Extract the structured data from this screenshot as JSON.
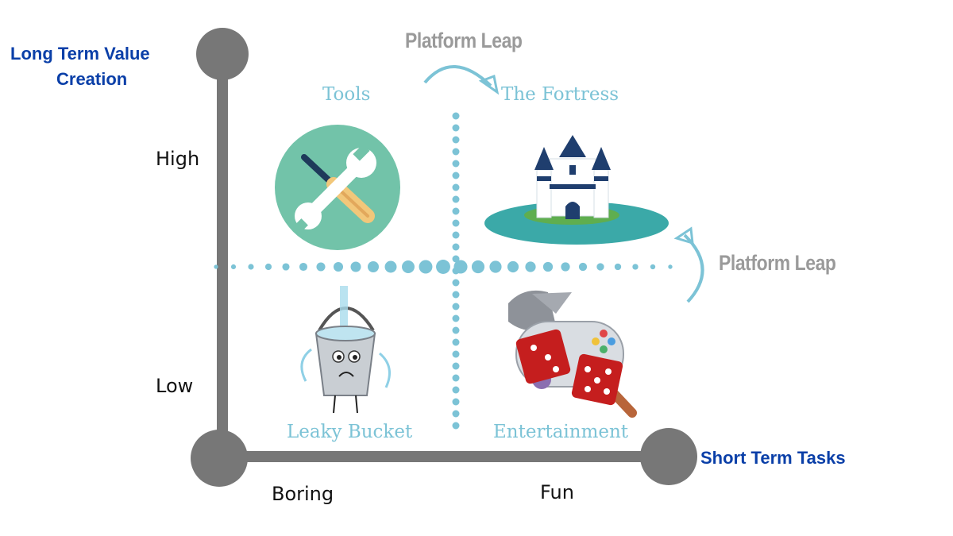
{
  "y_axis": {
    "title_line1": "Long Term Value",
    "title_line2": "Creation",
    "high": "High",
    "low": "Low"
  },
  "x_axis": {
    "title": "Short Term Tasks",
    "low": "Boring",
    "high": "Fun"
  },
  "quadrants": {
    "top_left": {
      "label": "Tools",
      "icon": "tools-icon"
    },
    "top_right": {
      "label": "The Fortress",
      "icon": "castle-icon"
    },
    "bottom_left": {
      "label": "Leaky Bucket",
      "icon": "leaky-bucket-icon"
    },
    "bottom_right": {
      "label": "Entertainment",
      "icon": "game-controller-dice-icon"
    }
  },
  "leaps": {
    "top": "Platform Leap",
    "right": "Platform Leap"
  },
  "colors": {
    "axis": "#777777",
    "divider": "#7cc3d6",
    "title": "#0a3fa8",
    "leap": "#9a9a9a"
  }
}
